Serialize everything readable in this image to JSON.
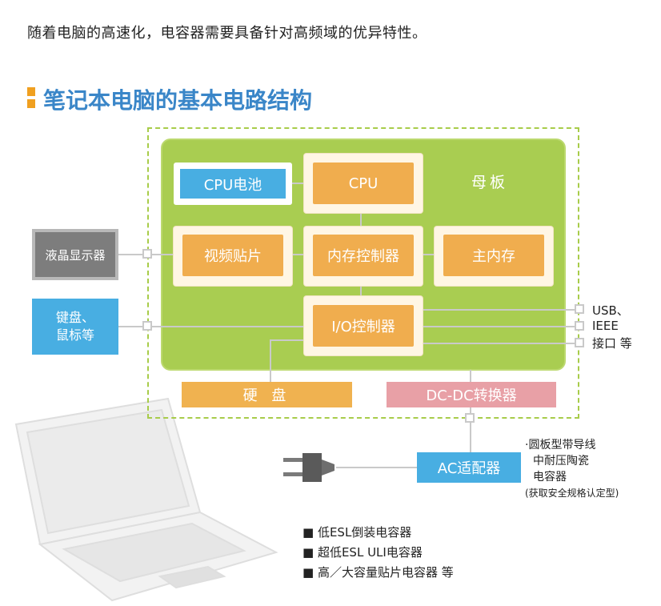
{
  "intro": "随着电脑的高速化，电容器需要具备针对高频域的优异特性。",
  "title": "笔记本电脑的基本电路结构",
  "board_label": "母板",
  "blocks": {
    "cpu_battery": "CPU电池",
    "cpu": "CPU",
    "video": "视频贴片",
    "memory_controller": "内存控制器",
    "main_memory": "主内存",
    "io_controller": "I/O控制器",
    "hard_disk": "硬 盘",
    "dcdc": "DC-DC转换器",
    "ac_adapter": "AC适配器",
    "lcd": "液晶显示器",
    "keyboard_line1": "键盘、",
    "keyboard_line2": "鼠标等"
  },
  "ports": [
    "USB、",
    "IEEE",
    "接口 等"
  ],
  "ac_note": {
    "line1": "·圆板型带导线",
    "line2": "中耐压陶瓷",
    "line3": "电容器",
    "line4": "(获取安全规格认定型)"
  },
  "legend": [
    "■ 低ESL倒装电容器",
    "■ 超低ESL ULI电容器",
    "■ 高／大容量贴片电容器 等"
  ],
  "colors": {
    "board": "#a9cd51",
    "chip": "#f0ad4e",
    "blue_block": "#48aee2",
    "dcdc": "#e8a0a6",
    "title": "#3a86c8",
    "title_mark": "#f0a020"
  }
}
